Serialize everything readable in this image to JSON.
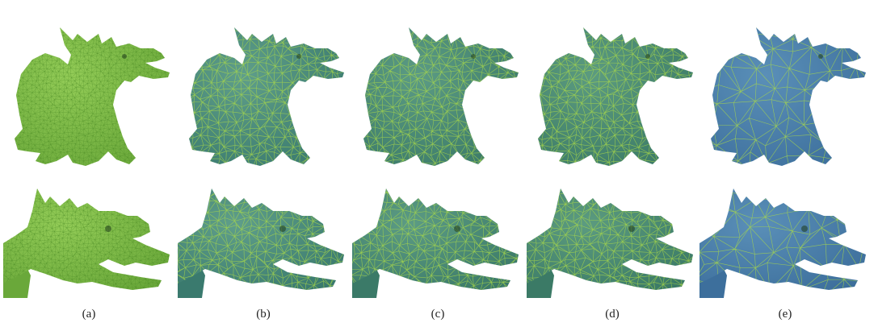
{
  "figure": {
    "panels": [
      {
        "id": "a",
        "label": "(a)",
        "fill": "#6aa83a",
        "line": "#4b8a26",
        "highlight": "#93cc57",
        "density": "very-fine"
      },
      {
        "id": "b",
        "label": "(b)",
        "fill": "#3a7a6e",
        "line": "#a9d84a",
        "highlight": "#5f9e8a",
        "density": "fine"
      },
      {
        "id": "c",
        "label": "(c)",
        "fill": "#3b7a68",
        "line": "#a9d84a",
        "highlight": "#5c9b84",
        "density": "fine"
      },
      {
        "id": "d",
        "label": "(d)",
        "fill": "#3b7a66",
        "line": "#a9d84a",
        "highlight": "#5c9b80",
        "density": "fine"
      },
      {
        "id": "e",
        "label": "(e)",
        "fill": "#3d6f9c",
        "line": "#a9d84a",
        "highlight": "#5a8fb8",
        "density": "coarse"
      }
    ]
  }
}
